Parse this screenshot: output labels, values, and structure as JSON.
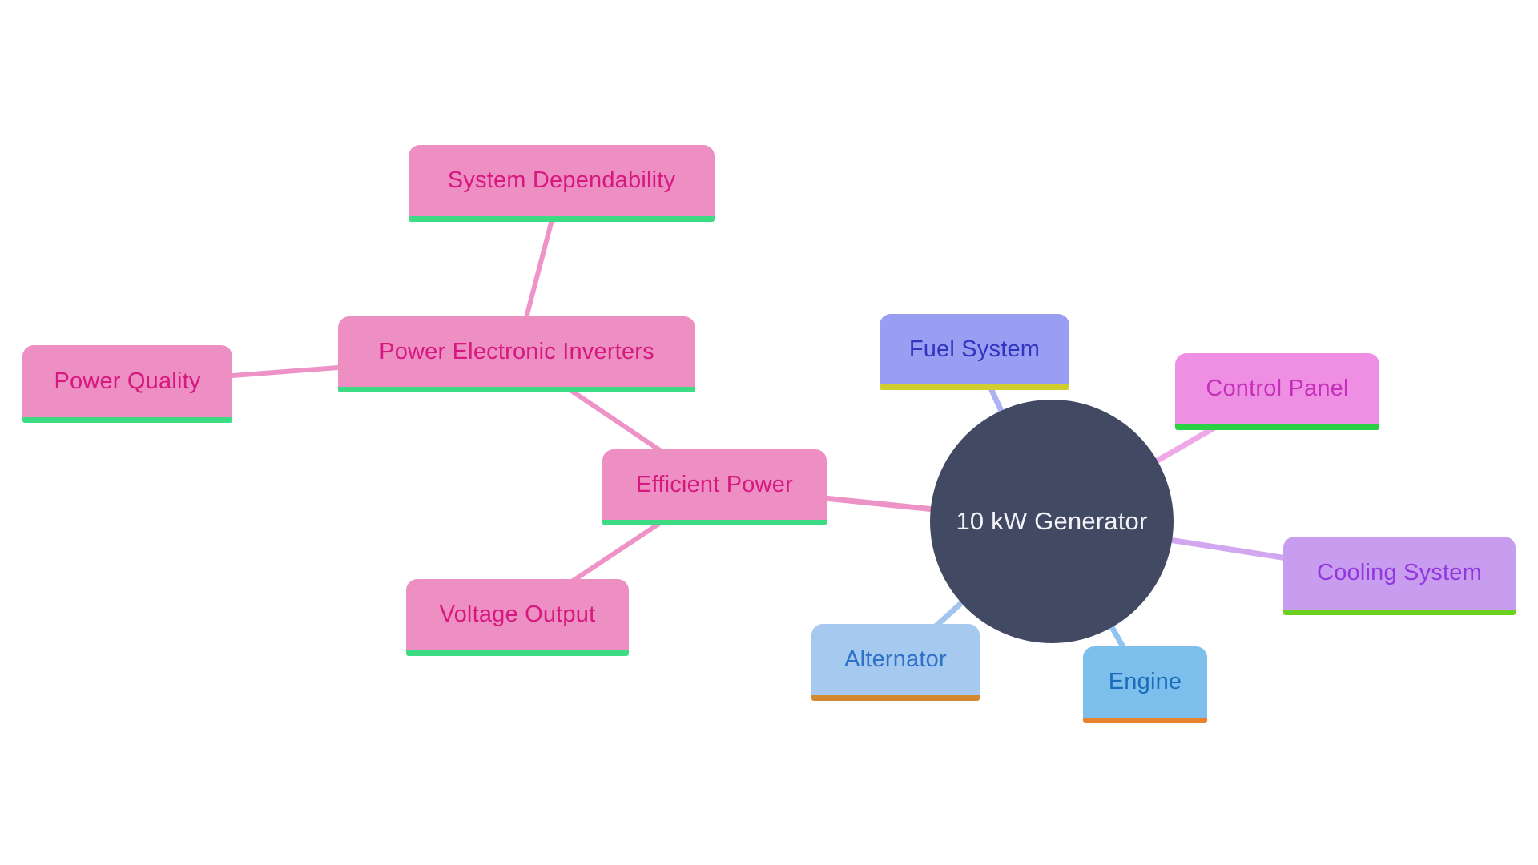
{
  "diagram": {
    "type": "mindmap",
    "center": {
      "label": "10 kW Generator",
      "bg": "#424a63",
      "text_color": "#f2f4f7"
    },
    "nodes": [
      {
        "id": "system-dependability",
        "label": "System Dependability",
        "bg": "#ee8fc4",
        "text_color": "#d6187f",
        "underline": "#3ddc84"
      },
      {
        "id": "power-electronic-inverters",
        "label": "Power Electronic Inverters",
        "bg": "#ee8fc4",
        "text_color": "#d6187f",
        "underline": "#3ddc84"
      },
      {
        "id": "power-quality",
        "label": "Power Quality",
        "bg": "#ee8fc4",
        "text_color": "#d6187f",
        "underline": "#3ddc84"
      },
      {
        "id": "efficient-power",
        "label": "Efficient Power",
        "bg": "#ee8fc4",
        "text_color": "#d6187f",
        "underline": "#3ddc84"
      },
      {
        "id": "voltage-output",
        "label": "Voltage Output",
        "bg": "#ee8fc4",
        "text_color": "#d6187f",
        "underline": "#3ddc84"
      },
      {
        "id": "fuel-system",
        "label": "Fuel System",
        "bg": "#9a9ef2",
        "text_color": "#3136c0",
        "underline": "#d2cd2e"
      },
      {
        "id": "control-panel",
        "label": "Control Panel",
        "bg": "#ee8fe4",
        "text_color": "#c62fba",
        "underline": "#2ad142"
      },
      {
        "id": "cooling-system",
        "label": "Cooling System",
        "bg": "#c89df0",
        "text_color": "#9137dd",
        "underline": "#6bd01f"
      },
      {
        "id": "alternator",
        "label": "Alternator",
        "bg": "#a6c9f0",
        "text_color": "#2d71c8",
        "underline": "#d2892f"
      },
      {
        "id": "engine",
        "label": "Engine",
        "bg": "#7cbfec",
        "text_color": "#1b6cba",
        "underline": "#e8822d"
      }
    ],
    "edges": [
      {
        "from": "System Dependability",
        "to": "Power Electronic Inverters",
        "color": "#ee93c7"
      },
      {
        "from": "Power Quality",
        "to": "Power Electronic Inverters",
        "color": "#ee93c7"
      },
      {
        "from": "Power Electronic Inverters",
        "to": "Efficient Power",
        "color": "#ee93c7"
      },
      {
        "from": "Efficient Power",
        "to": "Voltage Output",
        "color": "#ee93c7"
      },
      {
        "from": "Efficient Power",
        "to": "10 kW Generator",
        "color": "#ee93c7"
      },
      {
        "from": "Fuel System",
        "to": "10 kW Generator",
        "color": "#aeb2f5"
      },
      {
        "from": "Control Panel",
        "to": "10 kW Generator",
        "color": "#f0a9e8"
      },
      {
        "from": "Cooling System",
        "to": "10 kW Generator",
        "color": "#d2a7f2"
      },
      {
        "from": "Alternator",
        "to": "10 kW Generator",
        "color": "#a3c4ee"
      },
      {
        "from": "Engine",
        "to": "10 kW Generator",
        "color": "#92c3ef"
      }
    ]
  }
}
